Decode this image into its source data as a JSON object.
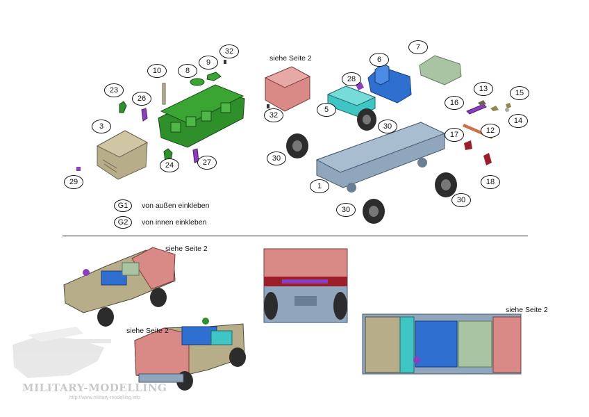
{
  "callouts": {
    "c1": "1",
    "c3": "3",
    "c5": "5",
    "c6": "6",
    "c7": "7",
    "c8": "8",
    "c9": "9",
    "c10": "10",
    "c12": "12",
    "c13": "13",
    "c14": "14",
    "c15": "15",
    "c16": "16",
    "c17": "17",
    "c18": "18",
    "c23": "23",
    "c24": "24",
    "c26": "26",
    "c27": "27",
    "c28": "28",
    "c29": "29",
    "c30a": "30",
    "c30b": "30",
    "c30c": "30",
    "c30d": "30",
    "c32a": "32",
    "c32b": "32"
  },
  "notes": {
    "see_page2_top": "siehe Seite 2",
    "see_page2_left": "siehe Seite 2",
    "see_page2_mid": "siehe Seite 2",
    "see_page2_right": "siehe Seite 2"
  },
  "legend": [
    {
      "code": "G1",
      "text": "von außen einkleben"
    },
    {
      "code": "G2",
      "text": "von innen einkleben"
    }
  ],
  "watermark": {
    "title": "MILITARY-MODELLING",
    "url": "http://www.military-modelling.info"
  },
  "colors": {
    "body_olive": "#b7ad88",
    "cab_green": "#2f8f2a",
    "rear_red": "#d98a86",
    "seat_blue": "#2f6fd0",
    "frame_teal": "#3fc6c4",
    "chassis_blue": "#8fa6bc",
    "seat_sage": "#a9c4a3",
    "part_purple": "#8a3fc0"
  }
}
